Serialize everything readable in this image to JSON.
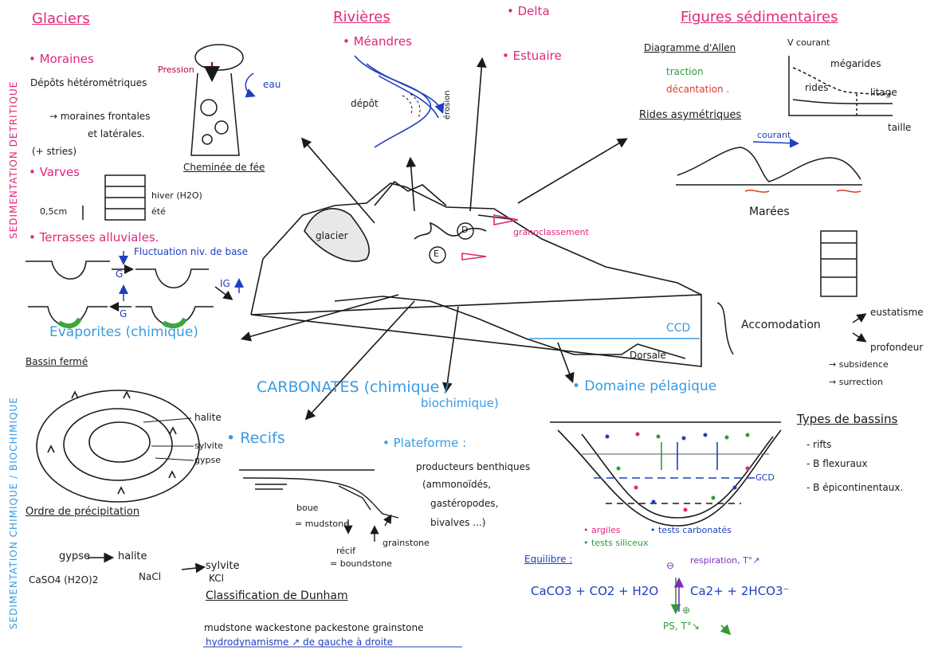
{
  "side_labels": {
    "top": "SEDIMENTATION DETRITIQUE",
    "bottom": "SEDIMENTATION CHIMIQUE / BIOCHIMIQUE"
  },
  "glaciers": {
    "title": "Glaciers",
    "moraines": "• Moraines",
    "depots": "Dépôts hétérométriques",
    "moraines_types_1": "→ moraines frontales",
    "moraines_types_2": "et latérales.",
    "stries": "(+ stries)",
    "varves": "• Varves",
    "hiver": "hiver (H2O)",
    "ete": "été",
    "scale": "0,5cm",
    "terrasses": "• Terrasses alluviales.",
    "fluctuation": "Fluctuation niv. de base",
    "g1": "G",
    "g2": "G",
    "ig": "IG",
    "pression": "Pression",
    "eau": "eau",
    "cheminee": "Cheminée de fée"
  },
  "evaporites": {
    "title": "Evaporites (chimique)",
    "bassin": "Bassin fermé",
    "halite": "halite",
    "sylvite": "sylvite",
    "gypse": "gypse",
    "ordre": "Ordre de précipitation",
    "gypse2": "gypse",
    "halite2": "halite",
    "sylvite2": "sylvite",
    "caso4": "CaSO4 (H2O)2",
    "nacl": "NaCl",
    "kcl": "KCl"
  },
  "rivieres": {
    "title": "Rivières",
    "meandres": "• Méandres",
    "depot": "dépôt",
    "erosion": "érosion"
  },
  "delta": {
    "delta": "• Delta",
    "estuaire": "• Estuaire"
  },
  "block": {
    "glacier": "glacier",
    "granoclassement": "granoclassement",
    "d": "D",
    "e": "E",
    "ccd": "CCD",
    "dorsale": "Dorsale"
  },
  "figures": {
    "title": "Figures sédimentaires",
    "allen": "Diagramme d'Allen",
    "v_courant": "V courant",
    "megarides": "mégarides",
    "rides": "rides",
    "litage": "litage",
    "taille": "taille",
    "traction": "traction",
    "decantation": "décantation .",
    "rides_asym": "Rides asymétriques",
    "courant": "courant",
    "marees": "Marées"
  },
  "accommodation": {
    "title": "Accomodation",
    "eustatisme": "eustatisme",
    "profondeur": "profondeur",
    "subsidence": "→ subsidence",
    "surrection": "→ surrection"
  },
  "carbonates": {
    "title": "CARBONATES (chimique /",
    "title2": "biochimique)",
    "recifs": "• Recifs",
    "boue": "boue",
    "mudstone": "= mudstone",
    "recif": "récif",
    "boundstone": "= boundstone",
    "grainstone": "grainstone",
    "plateforme": "• Plateforme :",
    "prod1": "producteurs benthiques",
    "prod2": "(ammonoïdés,",
    "prod3": "gastéropodes,",
    "prod4": "bivalves ...)"
  },
  "dunham": {
    "title": "Classification de Dunham",
    "types": "mudstone   wackestone   packestone   grainstone",
    "hydro": "hydrodynamisme ↗ de gauche à droite"
  },
  "pelagique": {
    "title": "• Domaine pélagique",
    "ccd": "CCD",
    "argiles": "• argiles",
    "tests_carb": "• tests carbonatés",
    "tests_sil": "• tests siliceux"
  },
  "equilibre": {
    "title": "Equilibre :",
    "lhs": "CaCO3 + CO2 + H2O",
    "rhs": "Ca2+ + 2HCO3⁻",
    "top_sign": "⊖",
    "top": "respiration, T°↗",
    "bottom_sign": "⊕",
    "bottom": "PS, T°↘"
  },
  "bassins": {
    "title": "Types de bassins",
    "rifts": "- rifts",
    "flexuraux": "- B flexuraux",
    "epicont": "- B épicontinentaux."
  }
}
